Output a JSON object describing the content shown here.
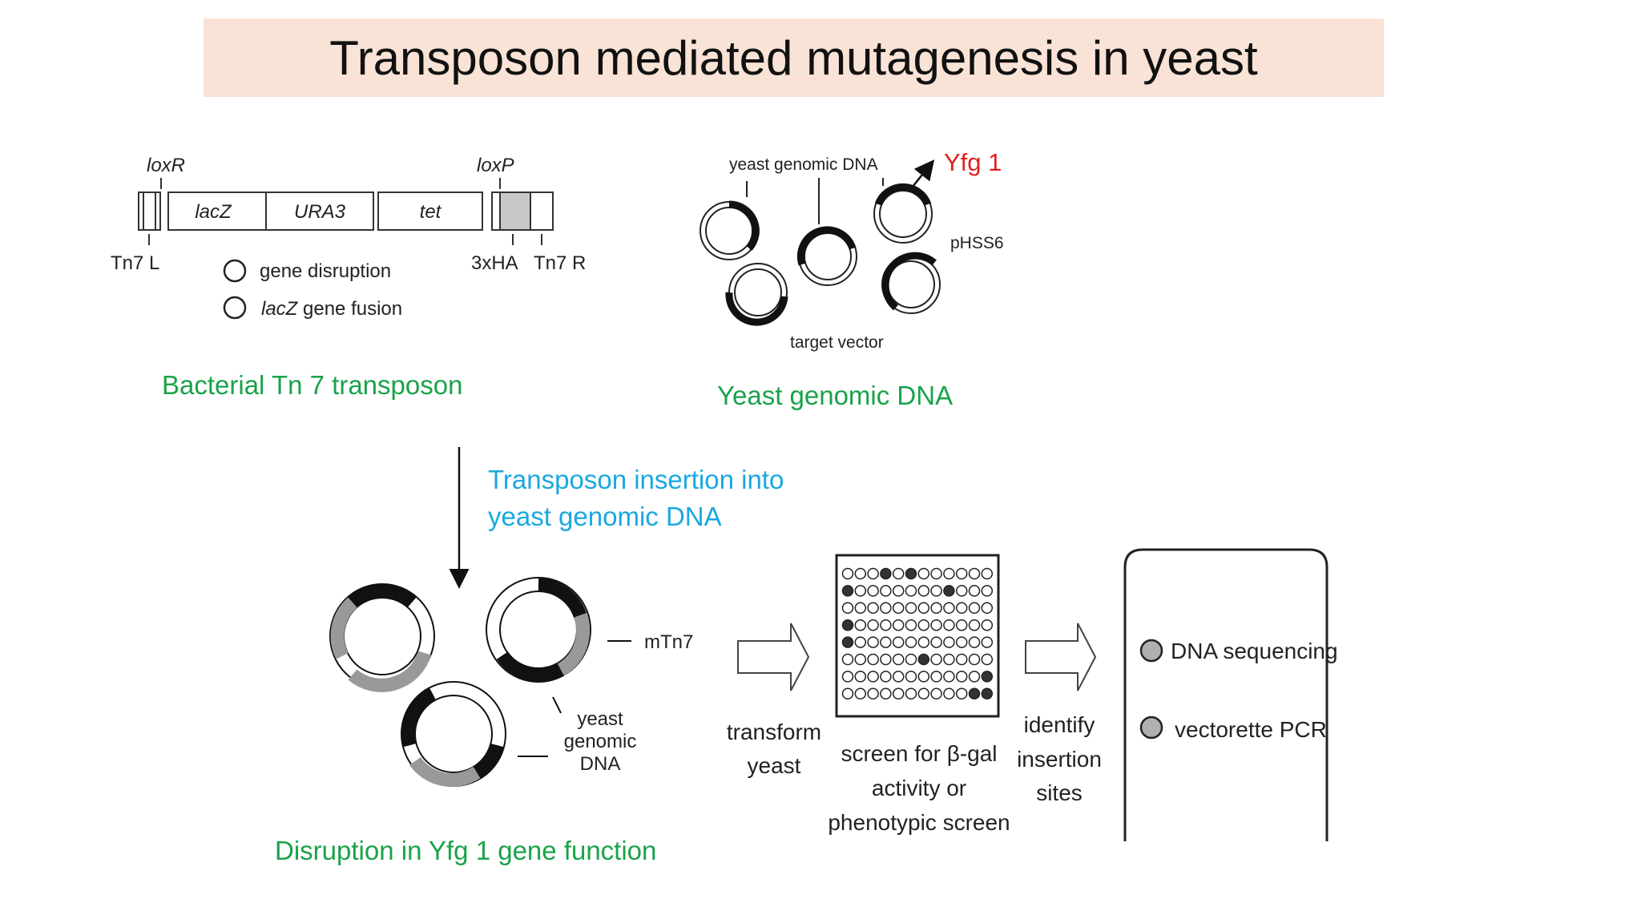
{
  "title": "Transposon mediated mutagenesis in yeast",
  "colors": {
    "title_band": "#f8e3d6",
    "caption_green": "#1aa24a",
    "caption_blue": "#1aa8e0",
    "highlight_red": "#e0201c"
  },
  "tn7": {
    "loxR": "loxR",
    "loxP": "loxP",
    "segments": [
      "lacZ",
      "URA3",
      "tet"
    ],
    "tn7_l": "Tn7 L",
    "ha": "3xHA",
    "tn7_r": "Tn7 R",
    "legend_1": "gene disruption",
    "legend_2_italic": "lacZ",
    "legend_2_rest": " gene fusion",
    "caption": "Bacterial Tn 7 transposon"
  },
  "genomic": {
    "yeast_dna_label": "yeast genomic DNA",
    "yfg_label": "Yfg 1",
    "phss6_label": "pHSS6",
    "target_vector_label": "target vector",
    "caption": "Yeast genomic DNA"
  },
  "insertion": {
    "line1": "Transposon insertion into",
    "line2": "yeast genomic DNA"
  },
  "disruption": {
    "mtn7_label": "mTn7",
    "dna_line1": "yeast",
    "dna_line2": "genomic",
    "dna_line3": "DNA",
    "caption": "Disruption in Yfg 1 gene function"
  },
  "workflow": {
    "step1_line1": "transform",
    "step1_line2": "yeast",
    "step2_line1": "screen for β-gal",
    "step2_line2": "activity or",
    "step2_line3": "phenotypic screen",
    "step3_line1": "identify",
    "step3_line2": "insertion",
    "step3_line3": "sites",
    "result_1": "DNA sequencing",
    "result_2": "vectorette PCR"
  }
}
